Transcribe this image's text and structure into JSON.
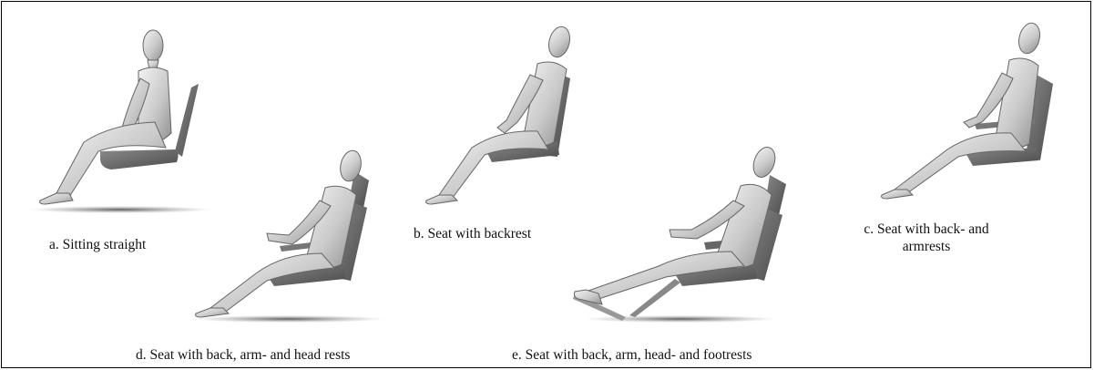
{
  "captions": {
    "a": "a. Sitting straight",
    "b": "b. Seat with backrest",
    "c_line1": "c. Seat with back- and",
    "c_line2": "armrests",
    "d": "d. Seat with back, arm- and head rests",
    "e": "e. Seat with back, arm, head- and footrests"
  }
}
